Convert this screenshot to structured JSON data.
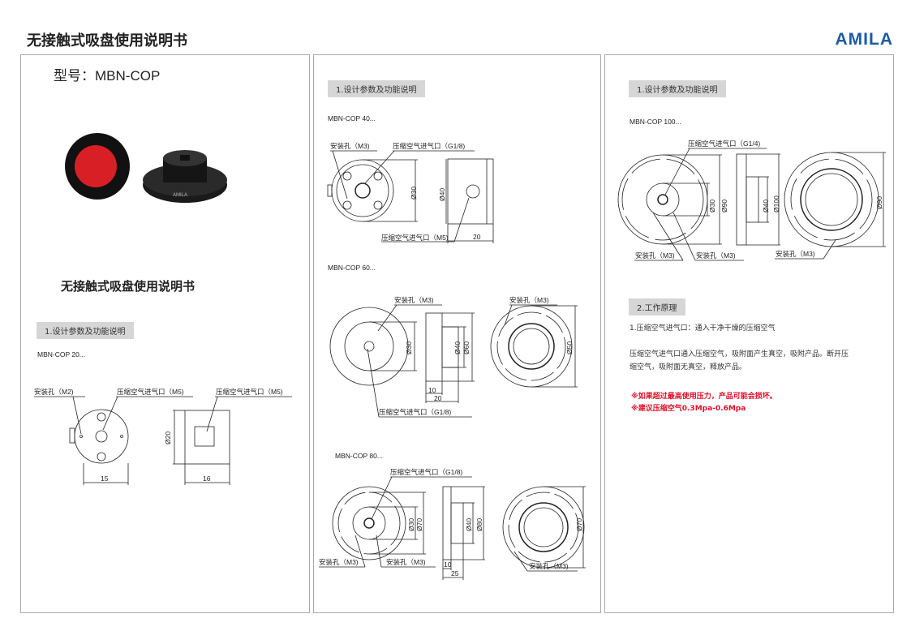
{
  "header": {
    "title": "无接触式吸盘使用说明书",
    "logo": "AMILA"
  },
  "left": {
    "model": "型号：MBN-COP",
    "subtitle": "无接触式吸盘使用说明书",
    "section": "1.设计参数及功能说明",
    "variant": "MBN-COP 20...",
    "labels": {
      "mount": "安装孔（M2)",
      "inlet1": "压缩空气进气口（M5)",
      "inlet2": "压缩空气进气口（M5)"
    },
    "dims": {
      "w": "15",
      "side": "16",
      "dia": "Ø20"
    },
    "photo_label": "AMILA"
  },
  "middle": {
    "section": "1.设计参数及功能说明",
    "v40": {
      "name": "MBN-COP 40...",
      "mount": "安装孔（M3)",
      "inlet": "压缩空气进气口（G1/8)",
      "inlet_side": "压缩空气进气口（M5)",
      "d1": "Ø30",
      "d2": "Ø40",
      "len": "20"
    },
    "v60": {
      "name": "MBN-COP 60...",
      "mount1": "安装孔（M3)",
      "mount2": "安装孔（M3)",
      "inlet": "压缩空气进气口（G1/8)",
      "d1": "Ø30",
      "d2": "Ø40",
      "d3": "Ø60",
      "d4": "Ø50",
      "l1": "10",
      "l2": "20"
    },
    "v80": {
      "name": "MBN-COP 80...",
      "inlet": "压缩空气进气口（G1/8)",
      "mount1": "安装孔（M3)",
      "mount2": "安装孔（M3)",
      "mount3": "安装孔（M3)",
      "d1": "Ø30",
      "d2": "Ø70",
      "d3": "Ø40",
      "d4": "Ø80",
      "d5": "Ø70",
      "l1": "10",
      "l2": "25"
    }
  },
  "right": {
    "section": "1.设计参数及功能说明",
    "v100": {
      "name": "MBN-COP 100...",
      "inlet": "压缩空气进气口（G1/4)",
      "mount1": "安装孔（M3)",
      "mount2": "安装孔（M3)",
      "mount3": "安装孔（M3)",
      "d1": "Ø30",
      "d2": "Ø90",
      "d3": "Ø40",
      "d4": "Ø100",
      "d5": "Ø90"
    },
    "section2": "2.工作原理",
    "line1": "1.压缩空气进气口：通入干净干燥的压缩空气",
    "para1": "压缩空气进气口通入压缩空气，吸附面产生真空，吸附产品。断开压",
    "para2": "缩空气，吸附面无真空，释放产品。",
    "warn1": "※如果超过最高使用压力，产品可能会损坏。",
    "warn2": "※建议压缩空气0.3Mpa-0.6Mpa"
  },
  "colors": {
    "brand": "#1d5aa6",
    "warning": "#e0102a",
    "tag": "#d6d6d6"
  }
}
